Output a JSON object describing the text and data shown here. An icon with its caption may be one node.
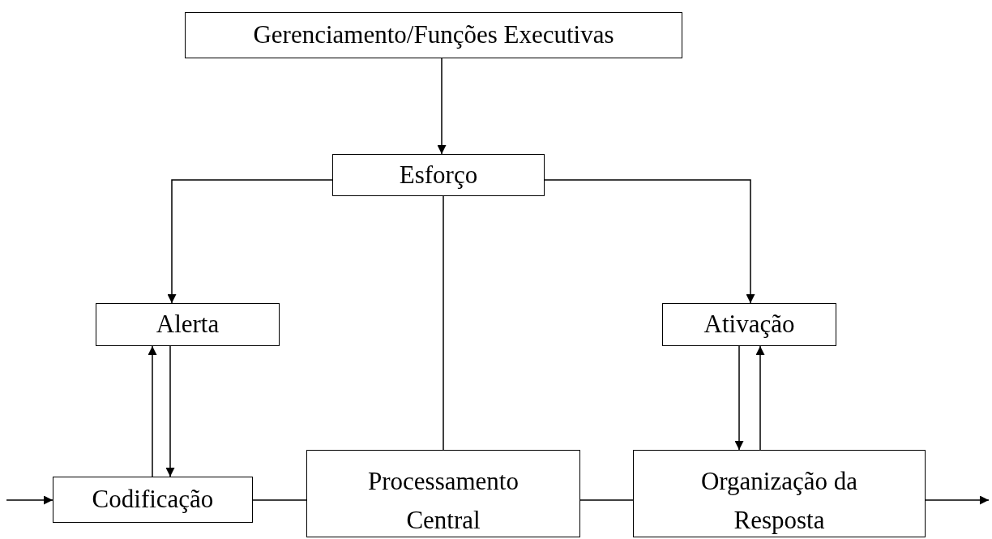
{
  "diagram": {
    "nodes": [
      {
        "text": [
          "Gerenciamento/Funções Executivas"
        ]
      },
      {
        "text": [
          "Esforço"
        ]
      },
      {
        "text": [
          "Alerta"
        ]
      },
      {
        "text": [
          "Ativação"
        ]
      },
      {
        "text": [
          "Codificação"
        ]
      },
      {
        "text": [
          "Processamento Central"
        ]
      },
      {
        "text": [
          "Organização da Resposta"
        ]
      }
    ],
    "edges": [
      {
        "from": 0,
        "to": 1,
        "arrow": "to"
      },
      {
        "from": 1,
        "to": 2,
        "arrow": "to"
      },
      {
        "from": 1,
        "to": 3,
        "arrow": "to"
      },
      {
        "from": 1,
        "to": 5,
        "arrow": "none"
      },
      {
        "from": 4,
        "to": 2,
        "arrow": "to"
      },
      {
        "from": 2,
        "to": 4,
        "arrow": "to"
      },
      {
        "from": 3,
        "to": 6,
        "arrow": "to"
      },
      {
        "from": 6,
        "to": 3,
        "arrow": "to"
      },
      {
        "from": 4,
        "to": 5,
        "arrow": "none"
      },
      {
        "from": 5,
        "to": 6,
        "arrow": "none"
      },
      {
        "from": null,
        "to": 4,
        "arrow": "to"
      },
      {
        "from": 6,
        "to": null,
        "arrow": "to"
      }
    ]
  }
}
